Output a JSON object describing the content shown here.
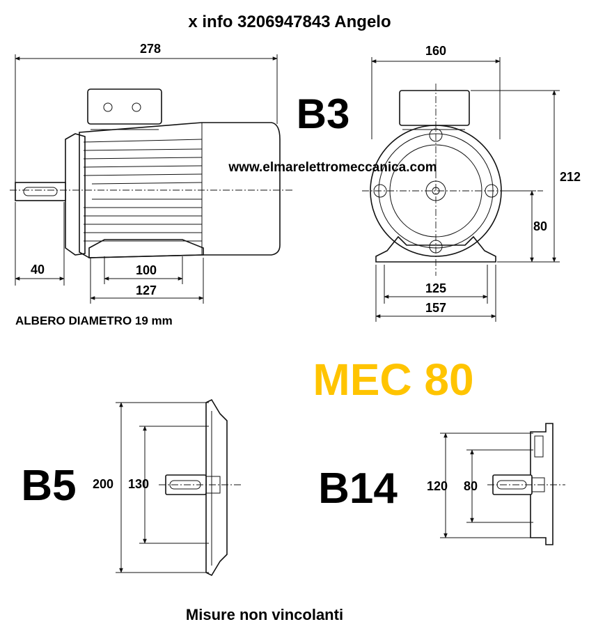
{
  "header": {
    "contact": "x info 3206947843 Angelo"
  },
  "website": "www.elmarelettromeccanica.com",
  "mounting": {
    "b3": "B3",
    "b5": "B5",
    "b14": "B14"
  },
  "frame": {
    "label": "MEC 80",
    "color": "#ffc400"
  },
  "side_view": {
    "length": "278",
    "shaft": "40",
    "feet_inner": "100",
    "feet_outer": "127"
  },
  "front_view": {
    "width": "160",
    "height": "212",
    "axis_height": "80",
    "feet_inner": "125",
    "feet_outer": "157"
  },
  "shaft_note": "ALBERO DIAMETRO 19 mm",
  "b5_flange": {
    "outer": "200",
    "pitch": "130"
  },
  "b14_flange": {
    "outer": "120",
    "pitch": "80"
  },
  "footer": {
    "disclaimer": "Misure non vincolanti"
  }
}
